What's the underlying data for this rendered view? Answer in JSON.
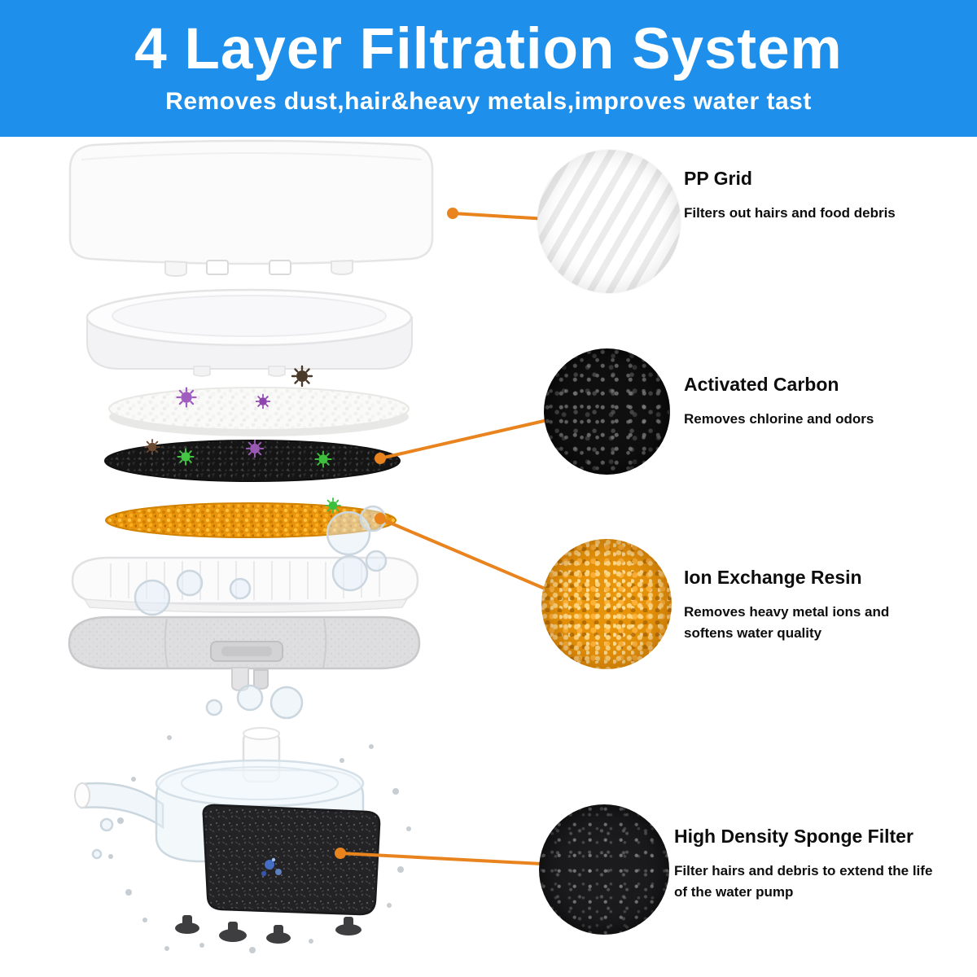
{
  "header": {
    "title": "4 Layer Filtration System",
    "subtitle": "Removes dust,hair&heavy metals,improves water tast"
  },
  "callouts": [
    {
      "title": "PP Grid",
      "desc": "Filters out hairs and food debris"
    },
    {
      "title": "Activated Carbon",
      "desc": "Removes chlorine and odors"
    },
    {
      "title": "Ion Exchange Resin",
      "desc": "Removes heavy metal ions and softens water quality"
    },
    {
      "title": "High Density Sponge Filter",
      "desc": "Filter hairs and debris to extend the life of the water pump"
    }
  ],
  "colors": {
    "header_bg": "#1E8FEA",
    "connector_orange": "#E8831D",
    "resin_orange": "#E8940A",
    "carbon_black": "#141414",
    "sponge_dark": "#202022"
  },
  "illustration_parts": [
    "fountain-housing-top",
    "filter-tray",
    "pp-cotton-pad",
    "activated-carbon-layer",
    "ion-exchange-resin-layer",
    "slatted-tray",
    "base-tray",
    "water-pump",
    "sponge-filter-block"
  ]
}
